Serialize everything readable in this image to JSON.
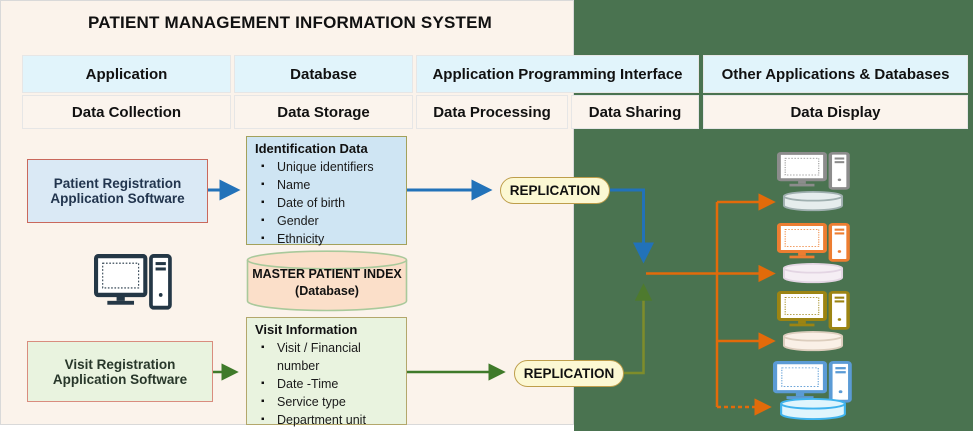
{
  "title": "PATIENT MANAGEMENT INFORMATION SYSTEM",
  "table": {
    "row1": [
      "Application",
      "Database",
      "Application Programming Interface",
      "Other Applications & Databases"
    ],
    "row2": [
      "Data Collection",
      "Data Storage",
      "Data Processing",
      "Data Sharing",
      "Data Display"
    ]
  },
  "left_flow": {
    "patient_registration_label": "Patient Registration Application Software",
    "visit_registration_label": "Visit Registration Application Software",
    "identification_data": {
      "title": "Identification Data",
      "items": [
        "Unique identifiers",
        "Name",
        "Date of birth",
        "Gender",
        "Ethnicity"
      ]
    },
    "master_patient_index": {
      "title": "MASTER PATIENT INDEX",
      "subtitle": "(Database)"
    },
    "visit_information": {
      "title": "Visit Information",
      "items": [
        "Visit / Financial number",
        "Date -Time",
        "Service type",
        "Department unit"
      ]
    },
    "replication_top_label": "REPLICATION",
    "replication_bottom_label": "REPLICATION"
  },
  "icons": {
    "workstation": "desktop-computer-with-tower",
    "database": "database-cylinder"
  },
  "colors": {
    "panel_cream": "#FBF3EB",
    "panel_green": "#4A7350",
    "header_row_blue": "#E1F4FB",
    "header_row_cream": "#FBF4ED",
    "blue_arrow": "#2272B9",
    "green_arrow": "#3F7A2A",
    "olive_arrow": "#7E8D2B",
    "orange_arrow": "#E26B0A",
    "replication_fill": "#FCF8D3",
    "replication_border": "#BE9E4B",
    "mpi_fill": "#FBDFC9",
    "workstation_gray": "#8C8C8C",
    "workstation_orange": "#ED7D31",
    "workstation_olive": "#9C8412",
    "workstation_blue": "#5B9BD5",
    "workstation_navy": "#243746"
  }
}
